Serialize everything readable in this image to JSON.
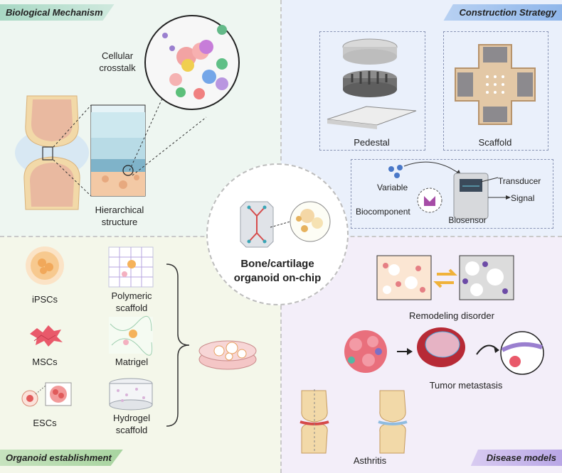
{
  "sections": {
    "biological_mechanism": "Biological Mechanism",
    "construction_strategy": "Construction Strategy",
    "organoid_establishment": "Organoid establishment",
    "disease_models": "Disease models"
  },
  "bio": {
    "cellular_crosstalk_line1": "Cellular",
    "cellular_crosstalk_line2": "crosstalk",
    "hierarchical_line1": "Hierarchical",
    "hierarchical_line2": "structure"
  },
  "construction": {
    "pedestal": "Pedestal",
    "scaffold": "Scaffold",
    "variable": "Variable",
    "transducer": "Transducer",
    "signal": "Signal",
    "biocomponent": "Biocomponent",
    "biosensor": "Biosensor"
  },
  "center": {
    "title_line1": "Bone/cartilage",
    "title_line2": "organoid on-chip"
  },
  "organoid": {
    "ipscs": "iPSCs",
    "mscs": "MSCs",
    "escs": "ESCs",
    "polymeric_line1": "Polymeric",
    "polymeric_line2": "scaffold",
    "matrigel": "Matrigel",
    "hydrogel_line1": "Hydrogel",
    "hydrogel_line2": "scaffold"
  },
  "disease": {
    "remodeling": "Remodeling disorder",
    "tumor": "Tumor metastasis",
    "arthritis": "Asthritis"
  },
  "colors": {
    "bio_bg": "#eef6f1",
    "construction_bg": "#eaf0fb",
    "organoid_bg": "#f4f7ea",
    "disease_bg": "#f3eef9",
    "arrow_orange": "#f0b23a",
    "arrow_blue": "#4a90d9"
  }
}
